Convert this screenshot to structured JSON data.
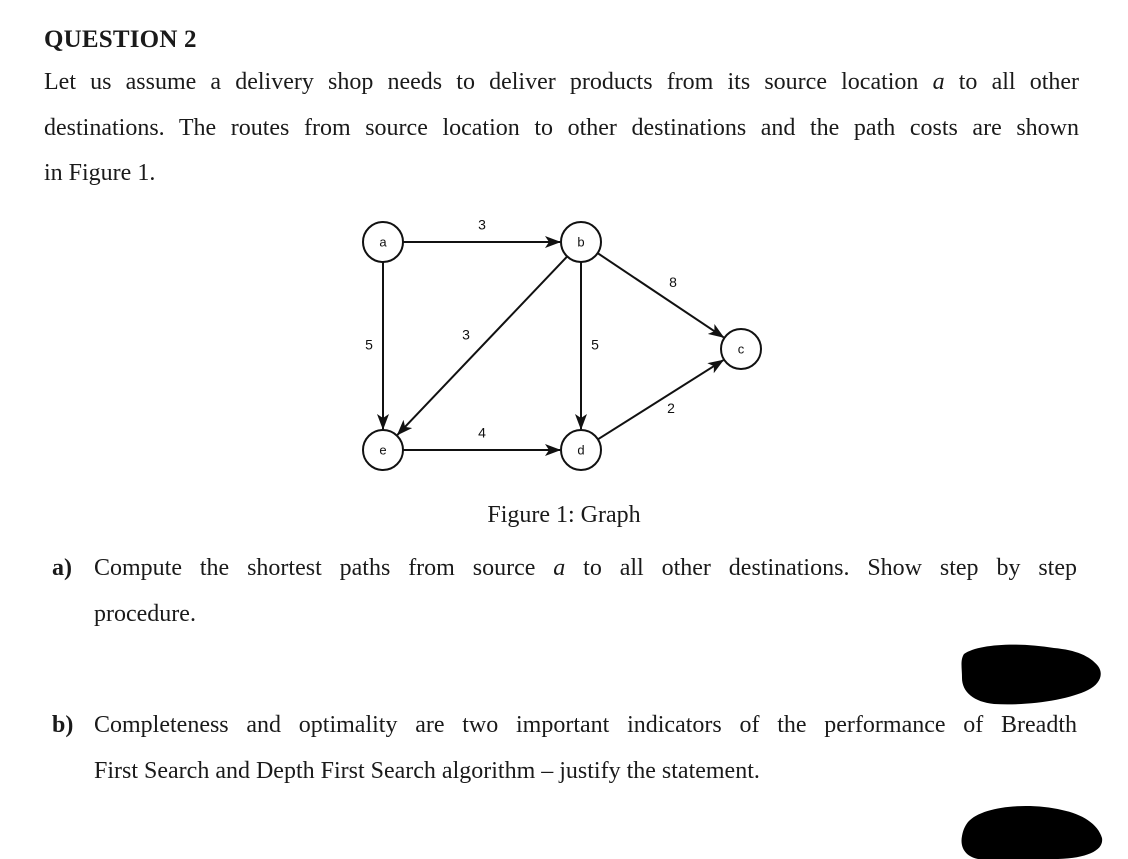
{
  "heading": "QUESTION 2",
  "intro": {
    "line1_a": "Let us assume a delivery shop needs to deliver products from its source location ",
    "line1_var": "a",
    "line1_b": " to all other",
    "line2": "destinations. The routes from source location to other destinations and the path costs are shown",
    "line3": "in Figure 1."
  },
  "graph": {
    "nodes": [
      {
        "id": "a",
        "label": "a"
      },
      {
        "id": "b",
        "label": "b"
      },
      {
        "id": "c",
        "label": "c"
      },
      {
        "id": "d",
        "label": "d"
      },
      {
        "id": "e",
        "label": "e"
      }
    ],
    "edges": [
      {
        "from": "a",
        "to": "b",
        "weight": "3"
      },
      {
        "from": "a",
        "to": "e",
        "weight": "5"
      },
      {
        "from": "b",
        "to": "e",
        "weight": "3"
      },
      {
        "from": "b",
        "to": "d",
        "weight": "5"
      },
      {
        "from": "b",
        "to": "c",
        "weight": "8"
      },
      {
        "from": "e",
        "to": "d",
        "weight": "4"
      },
      {
        "from": "d",
        "to": "c",
        "weight": "2"
      }
    ]
  },
  "caption": "Figure 1: Graph",
  "question_a": {
    "label": "a)",
    "line1_a": "Compute the shortest paths from source ",
    "line1_var": "a",
    "line1_b": " to all other destinations. Show step by step",
    "line2": "procedure."
  },
  "question_b": {
    "label": "b)",
    "line1": "Completeness and optimality are two important indicators of the performance of Breadth",
    "line2": "First Search and Depth First Search algorithm – justify the statement."
  }
}
